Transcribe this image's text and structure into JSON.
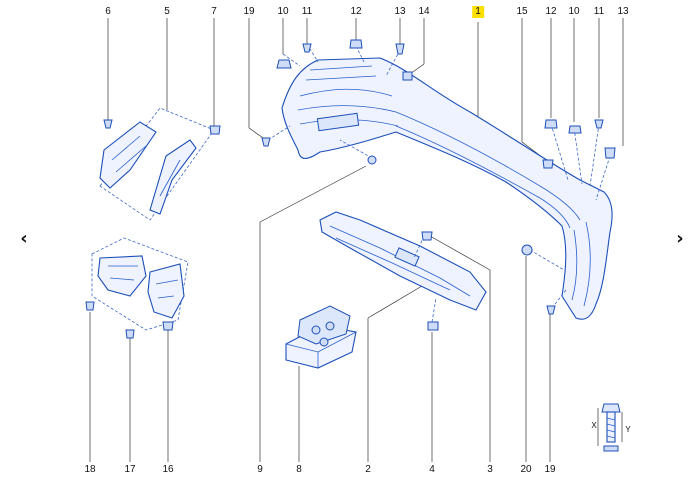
{
  "navigation": {
    "prev_icon": "‹",
    "next_icon": "›"
  },
  "diagram": {
    "highlight_color": "#ffe000",
    "line_color": "#1d4fb8",
    "top_labels": [
      "6",
      "5",
      "7",
      "19",
      "10",
      "11",
      "12",
      "13",
      "14",
      "1",
      "15",
      "12",
      "10",
      "11",
      "13"
    ],
    "bottom_labels": [
      "18",
      "17",
      "16",
      "9",
      "8",
      "2",
      "4",
      "3",
      "20",
      "19"
    ],
    "highlighted_label": "1",
    "inset_labels": {
      "x": "X",
      "y": "Y"
    }
  }
}
